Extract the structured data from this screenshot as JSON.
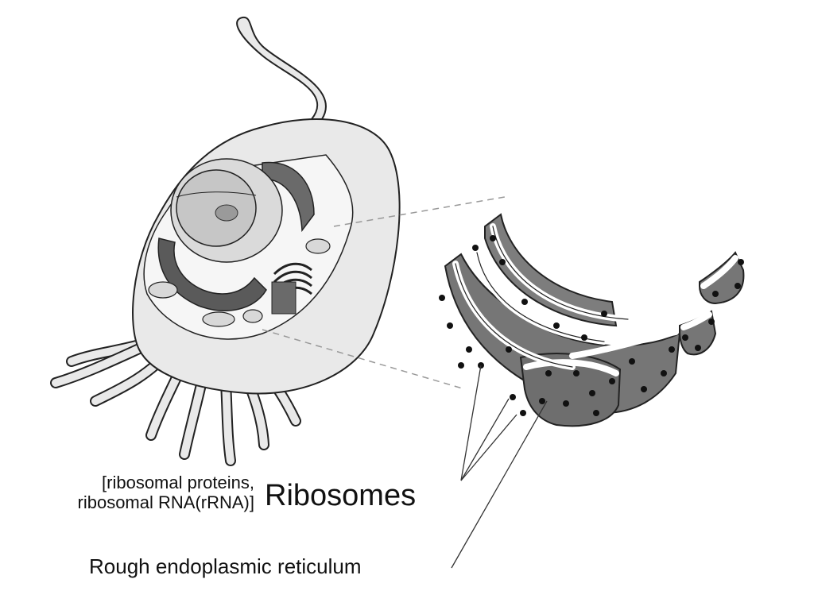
{
  "labels": {
    "components_line1": "[ribosomal proteins,",
    "components_line2": "ribosomal RNA(rRNA)]",
    "ribosomes": "Ribosomes",
    "rough_er": "Rough endoplasmic reticulum"
  },
  "colors": {
    "cell_fill": "#e9e9e9",
    "nucleus_fill": "#c6c6c6",
    "organelle_dark": "#5a5a5a",
    "er_fill": "#767676",
    "ribosome_dot": "#111111",
    "outline": "#222222",
    "guide_line": "#999999"
  }
}
